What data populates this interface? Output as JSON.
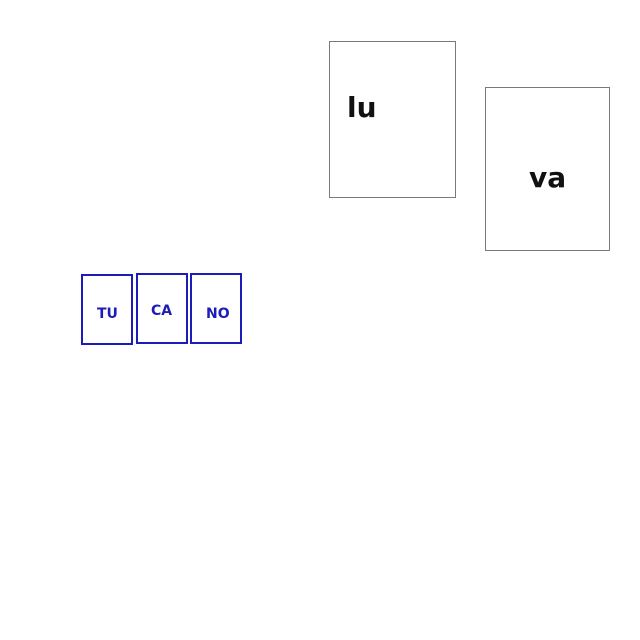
{
  "board": {
    "cards": [
      {
        "label": "lu"
      },
      {
        "label": "va"
      }
    ],
    "tiles": [
      {
        "label": "TU"
      },
      {
        "label": "CA"
      },
      {
        "label": "NO"
      }
    ]
  },
  "colors": {
    "card_border": "#7a7a7a",
    "card_text": "#111111",
    "tile_border": "#1c1cb8",
    "tile_text": "#1c1cb8",
    "background": "#ffffff"
  }
}
